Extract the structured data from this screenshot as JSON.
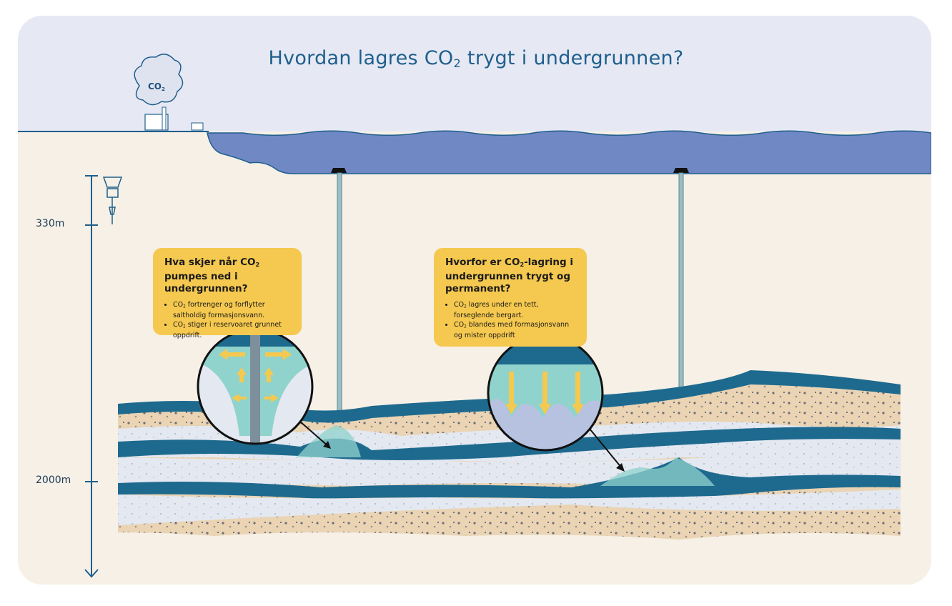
{
  "title": {
    "pre": "Hvordan lagres CO",
    "sub": "2",
    "post": " trygt i undergrunnen?"
  },
  "cloud_label": {
    "pre": "CO",
    "sub": "2"
  },
  "depth_axis": {
    "ticks": [
      "330m",
      "2000m"
    ]
  },
  "box1": {
    "heading": {
      "pre": "Hva skjer når CO",
      "sub": "2",
      "post": " pumpes ned i undergrunnen?"
    },
    "bullets": [
      {
        "pre": "CO",
        "sub": "2",
        "post": " fortrenger og forflytter saltholdig formasjonsvann."
      },
      {
        "pre": "CO",
        "sub": "2",
        "post": " stiger i reservoaret grunnet oppdrift."
      }
    ]
  },
  "box2": {
    "heading": {
      "pre": "Hvorfor er CO",
      "sub": "2",
      "post": "-lagring i undergrunnen trygt og permanent?"
    },
    "bullets": [
      {
        "pre": "CO",
        "sub": "2",
        "post": " lagres under en tett, forseglende bergart."
      },
      {
        "pre": "CO",
        "sub": "2",
        "post": " blandes med formasjonsvann og mister oppdrift"
      }
    ]
  },
  "colors": {
    "sky": "#e6e9f4",
    "ground": "#f6f0e6",
    "sea": "#7088c4",
    "rock_dark": "#1e6a8e",
    "sand": "#ead4b4",
    "box": "#f5c94f",
    "co2": "#8fd3cc",
    "arrow": "#f5c94f"
  }
}
